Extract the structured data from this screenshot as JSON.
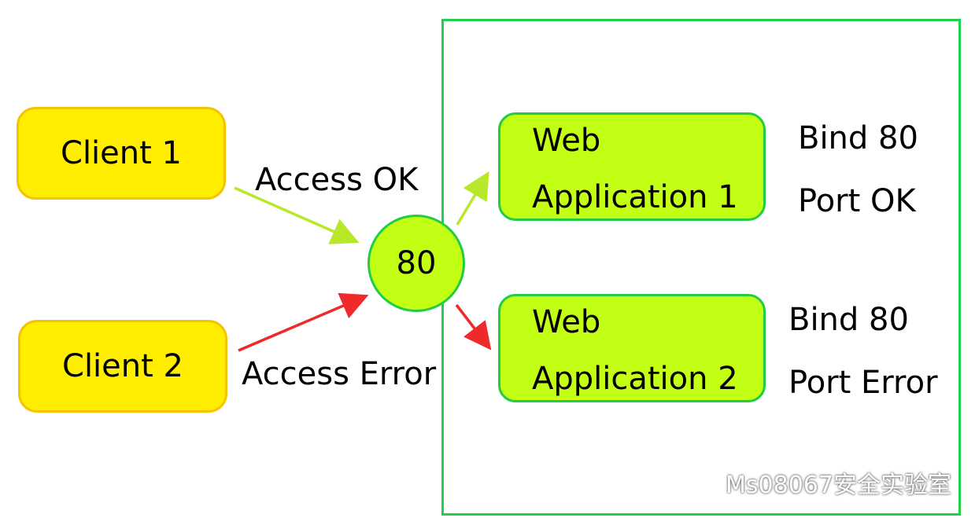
{
  "diagram": {
    "clients": [
      {
        "label": "Client 1"
      },
      {
        "label": "Client 2"
      }
    ],
    "port": {
      "label": "80"
    },
    "access": {
      "ok_label": "Access OK",
      "error_label": "Access Error"
    },
    "web_apps": [
      {
        "line1": "Web",
        "line2": "Application 1",
        "status_line1": "Bind 80",
        "status_line2": "Port OK"
      },
      {
        "line1": "Web",
        "line2": "Application 2",
        "status_line1": "Bind 80",
        "status_line2": "Port Error"
      }
    ],
    "colors": {
      "client_fill": "#ffee00",
      "client_border": "#f5c400",
      "app_fill": "#c2ff14",
      "app_border": "#22cc44",
      "frame": "#22d04a",
      "ok_arrow": "#b8e82a",
      "error_arrow": "#ee2a2a"
    }
  },
  "watermark": {
    "text": "Ms08067安全实验室",
    "icon": "wechat-icon"
  }
}
